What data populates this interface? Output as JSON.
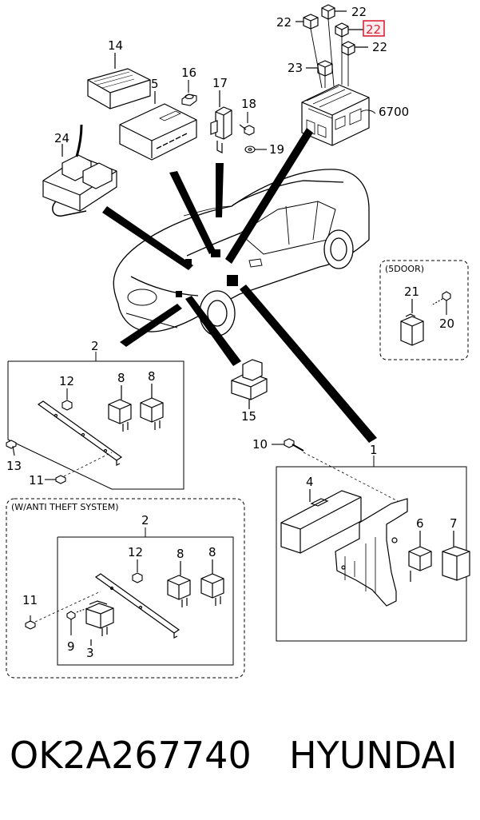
{
  "labels": {
    "n1": "1",
    "n2a": "2",
    "n2b": "2",
    "n3": "3",
    "n4": "4",
    "n5": "5",
    "n6": "6",
    "n7": "7",
    "n8a": "8",
    "n8b": "8",
    "n8c": "8",
    "n8d": "8",
    "n9": "9",
    "n10": "10",
    "n11a": "11",
    "n11b": "11",
    "n12a": "12",
    "n12b": "12",
    "n13": "13",
    "n14": "14",
    "n15": "15",
    "n16": "16",
    "n17": "17",
    "n18": "18",
    "n19": "19",
    "n20": "20",
    "n21": "21",
    "n22a": "22",
    "n22b": "22",
    "n22c": "22",
    "n22d": "22",
    "n23": "23",
    "n24": "24",
    "n6700": "6700"
  },
  "groups": {
    "five_door": "(5DOOR)",
    "anti_theft": "(W/ANTI THEFT SYSTEM)"
  },
  "footer": {
    "part_code": "OK2A267740",
    "brand": "HYUNDAI"
  },
  "colors": {
    "highlight": "#d9253a",
    "ink": "#000000"
  }
}
